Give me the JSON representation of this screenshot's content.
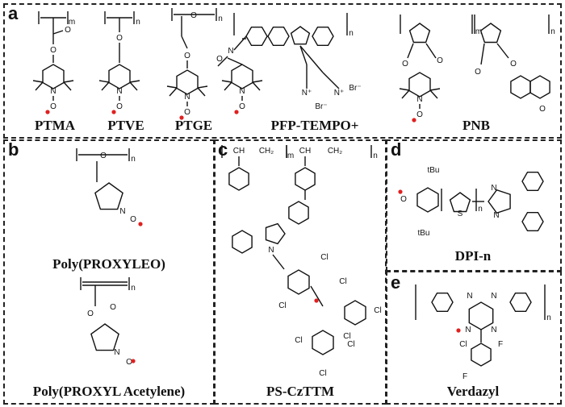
{
  "panels": {
    "a": {
      "label": "a",
      "names": [
        "PTMA",
        "PTVE",
        "PTGE",
        "PFP-TEMPO+",
        "PNB"
      ]
    },
    "b": {
      "label": "b",
      "names": [
        "Poly(PROXYLEO)",
        "Poly(PROXYL Acetylene)"
      ]
    },
    "c": {
      "label": "c",
      "names": [
        "PS-CzTTM"
      ]
    },
    "d": {
      "label": "d",
      "names": [
        "DPI-n"
      ]
    },
    "e": {
      "label": "e",
      "names": [
        "Verdazyl"
      ]
    }
  },
  "atoms": {
    "O": "O",
    "N": "N",
    "Cl": "Cl",
    "F": "F",
    "S": "S",
    "tBu": "tBu",
    "Br": "Br⁻",
    "Nplus": "N⁺",
    "m": "m",
    "n": "n",
    "CH": "CH",
    "CH2": "CH₂"
  },
  "colors": {
    "radical": "#e02020",
    "line": "#111111",
    "border": "#222222"
  }
}
